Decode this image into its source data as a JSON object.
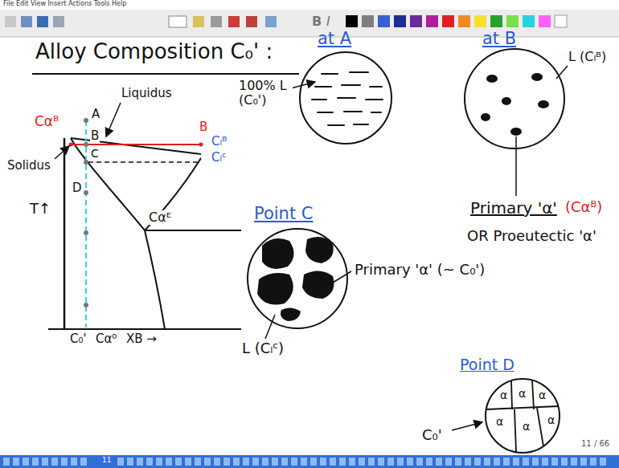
{
  "diagram": {
    "title": "Alloy Composition C₀' :",
    "nodes": [
      {
        "text": [
          "at A"
        ]
      },
      {
        "text": [
          "at B"
        ]
      },
      {
        "text": [
          "Point C"
        ]
      },
      {
        "text": [
          "Point D"
        ]
      }
    ],
    "labels": [
      "File Edit View Insert Actions Tools Help",
      "B",
      "I",
      "Cαᴮ",
      "A",
      "Liquidus",
      "B",
      "Cₗᴮ",
      "B",
      "C",
      "Cₗᶜ",
      "Solidus",
      "D",
      "T↑",
      "Cαᴱ",
      "C₀'",
      "Cα⁰",
      "XB →",
      "100% L (C₀')",
      "L (Cₗᴮ)",
      "Primary 'α'",
      "(Cαᴮ)",
      "OR Proeutectic 'α'",
      "Primary 'α' (~ C₀')",
      "L (Cₗᶜ)",
      "α",
      "α",
      "α",
      "α",
      "α",
      "α",
      "C₀'",
      "11 / 66",
      "11"
    ]
  }
}
